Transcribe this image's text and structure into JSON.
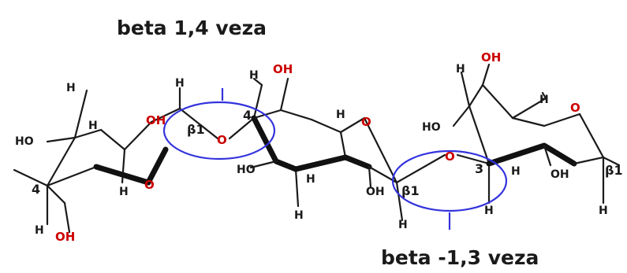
{
  "captions": {
    "top": "beta 1,4 veza",
    "bottom": "beta -1,3 veza"
  },
  "atoms": {
    "H": "H",
    "O": "O",
    "OH": "OH",
    "HO": "HO",
    "beta1": "β1",
    "pos4": "4",
    "pos3": "3"
  },
  "colors": {
    "oxygen": "#cc0000",
    "linkage_ellipse": "#3333dd",
    "bond": "#1a1a1a"
  }
}
